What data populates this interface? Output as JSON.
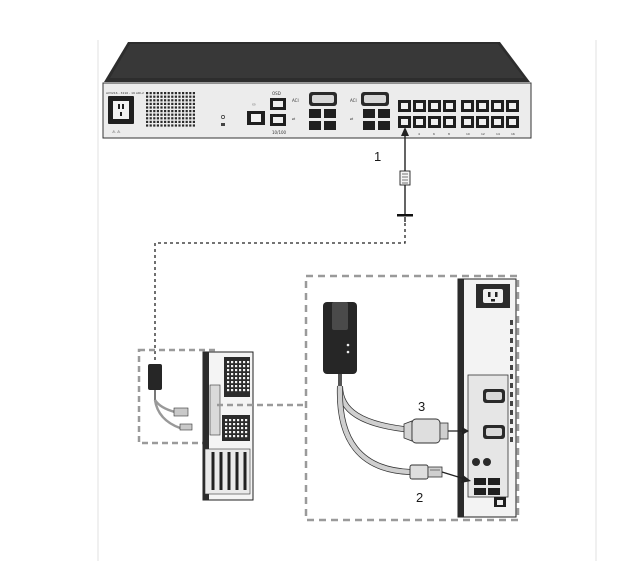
{
  "figure": {
    "callouts": [
      {
        "id": "1",
        "label": "1"
      },
      {
        "id": "2",
        "label": "2"
      },
      {
        "id": "3",
        "label": "3"
      }
    ],
    "switch_labels": {
      "model_text": "AV3216 - 3216 - 16 ARI-2",
      "osd_label": "OSD",
      "port_label_a": "ACI",
      "port_label_b": "ACI",
      "serial_label": "10/100",
      "port_numbers": [
        "2",
        "4",
        "6",
        "8",
        "10",
        "12",
        "14",
        "16"
      ]
    },
    "colors": {
      "line": "#222222",
      "dash": "#9a9a9a",
      "device_dark": "#2b2b2b",
      "device_face": "#e6e6e6",
      "cable": "#bdbdbd",
      "frame": "#e8e8e8"
    }
  }
}
